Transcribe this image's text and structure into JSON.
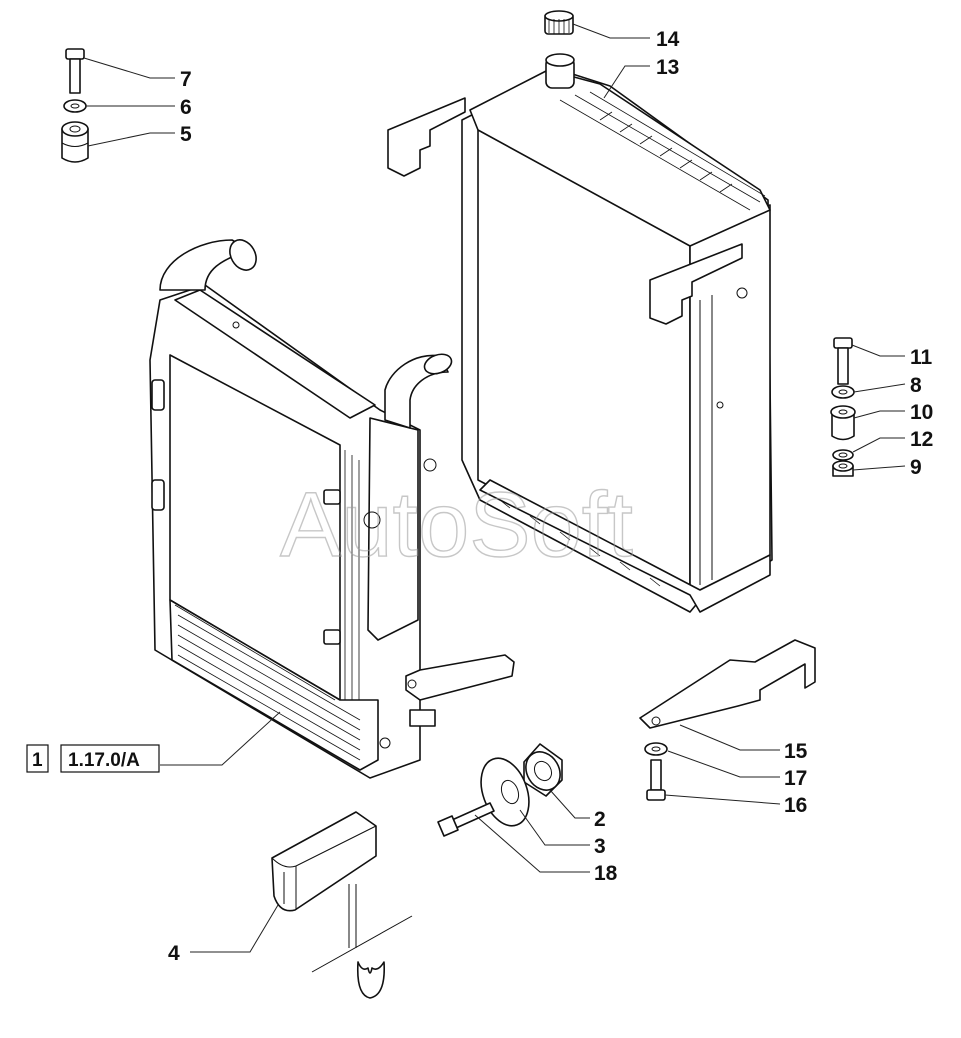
{
  "callouts": {
    "c2": "2",
    "c3": "3",
    "c4": "4",
    "c5": "5",
    "c6": "6",
    "c7": "7",
    "c8": "8",
    "c9": "9",
    "c10": "10",
    "c11": "11",
    "c12": "12",
    "c13": "13",
    "c14": "14",
    "c15": "15",
    "c16": "16",
    "c17": "17",
    "c18": "18"
  },
  "reference": {
    "index": "1",
    "code": "1.17.0/A"
  },
  "watermark": "AutoSoft"
}
